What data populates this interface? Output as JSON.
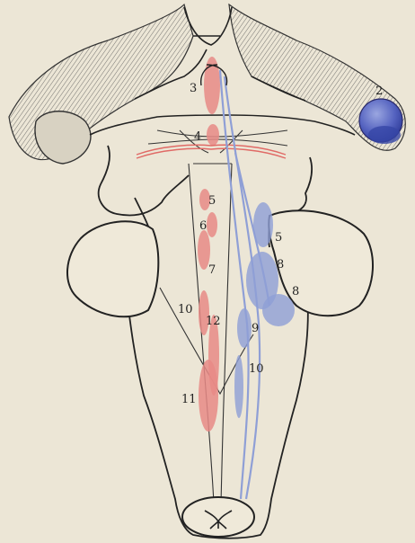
{
  "colors": {
    "paper": "#ece6d6",
    "line": "#222222",
    "motor_red": "#e88a86",
    "sensory_blue": "#8f9fd6",
    "dark_blue": "#3b4aa8"
  },
  "labels": {
    "n2": "2",
    "n3": "3",
    "n4": "4",
    "n5_left": "5",
    "n6": "6",
    "n7": "7",
    "n10_left": "10",
    "n12": "12",
    "n11": "11",
    "n5_right": "5",
    "n8_upper": "8",
    "n8_lower": "8",
    "n9": "9",
    "n10_right": "10"
  }
}
